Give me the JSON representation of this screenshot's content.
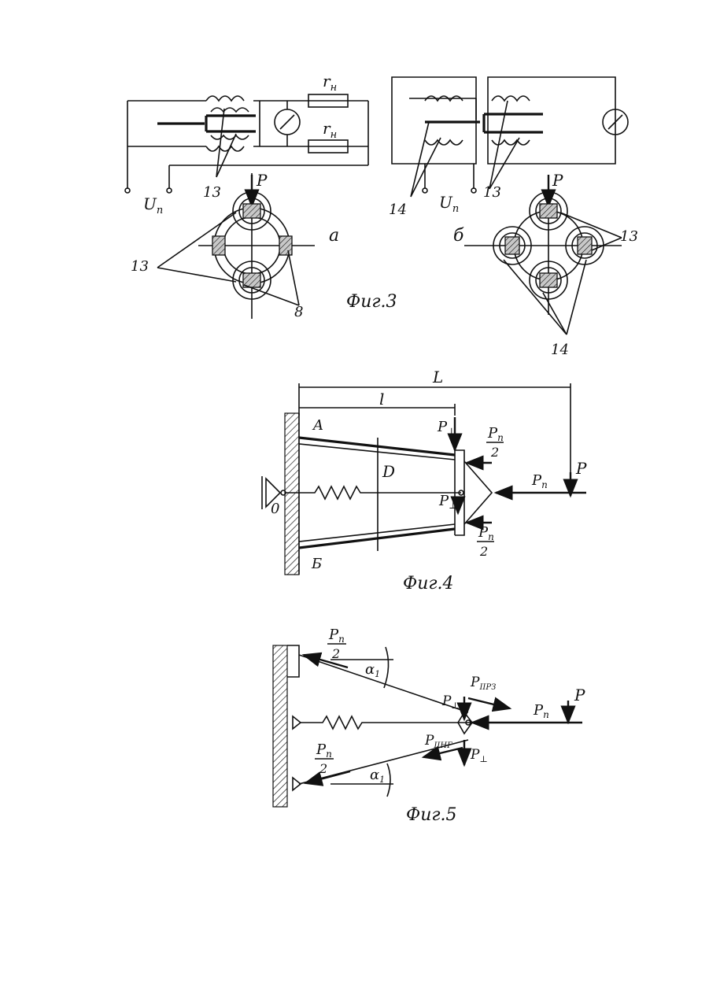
{
  "fig3": {
    "caption": "Фиг.3",
    "left": {
      "label_rn_top": "r",
      "label_rn_top_sub": "н",
      "label_rn_bottom": "r",
      "label_rn_bottom_sub": "н",
      "label_un": "U",
      "label_un_sub": "п",
      "label_13_circuit": "13",
      "label_p": "P",
      "label_13_section": "13",
      "label_8": "8",
      "label_variant": "а"
    },
    "right": {
      "label_14_circuit": "14",
      "label_un": "U",
      "label_un_sub": "п",
      "label_13_circuit": "13",
      "label_p": "P",
      "label_13_section": "13",
      "label_14_section": "14",
      "label_variant": "б"
    }
  },
  "fig4": {
    "caption": "Фиг.4",
    "label_L": "L",
    "label_l": "l",
    "label_A": "A",
    "label_B": "Б",
    "label_D": "D",
    "label_O": "0",
    "label_Pperp_top": "P",
    "label_Pperp_top_sub": "⊥",
    "label_Pperp_bottom": "P",
    "label_Pperp_bottom_sub": "⊥",
    "label_Pn_half_top": "P",
    "label_Pn_half_top_sub": "п",
    "label_Pn_half_top_den": "2",
    "label_Pn_half_bottom": "P",
    "label_Pn_half_bottom_sub": "п",
    "label_Pn_half_bottom_den": "2",
    "label_Pn": "P",
    "label_Pn_sub": "п",
    "label_P": "P"
  },
  "fig5": {
    "caption": "Фиг.5",
    "label_Pn_half_top": "P",
    "label_Pn_half_top_sub": "п",
    "label_Pn_half_top_den": "2",
    "label_alpha_top": "α",
    "label_alpha_top_sub": "1",
    "label_Ppar_rz": "P",
    "label_Ppar_rz_sub": "IIРЗ",
    "label_Pperp_top": "P",
    "label_Pperp_top_sub": "⊥",
    "label_Pn": "P",
    "label_Pn_sub": "п",
    "label_P": "P",
    "label_Ppar_ng": "P",
    "label_Ppar_ng_sub": "IIНГ",
    "label_Pperp_bottom": "P",
    "label_Pperp_bottom_sub": "⊥",
    "label_Pn_half_bottom": "P",
    "label_Pn_half_bottom_sub": "п",
    "label_Pn_half_bottom_den": "2",
    "label_alpha_bottom": "α",
    "label_alpha_bottom_sub": "1"
  }
}
